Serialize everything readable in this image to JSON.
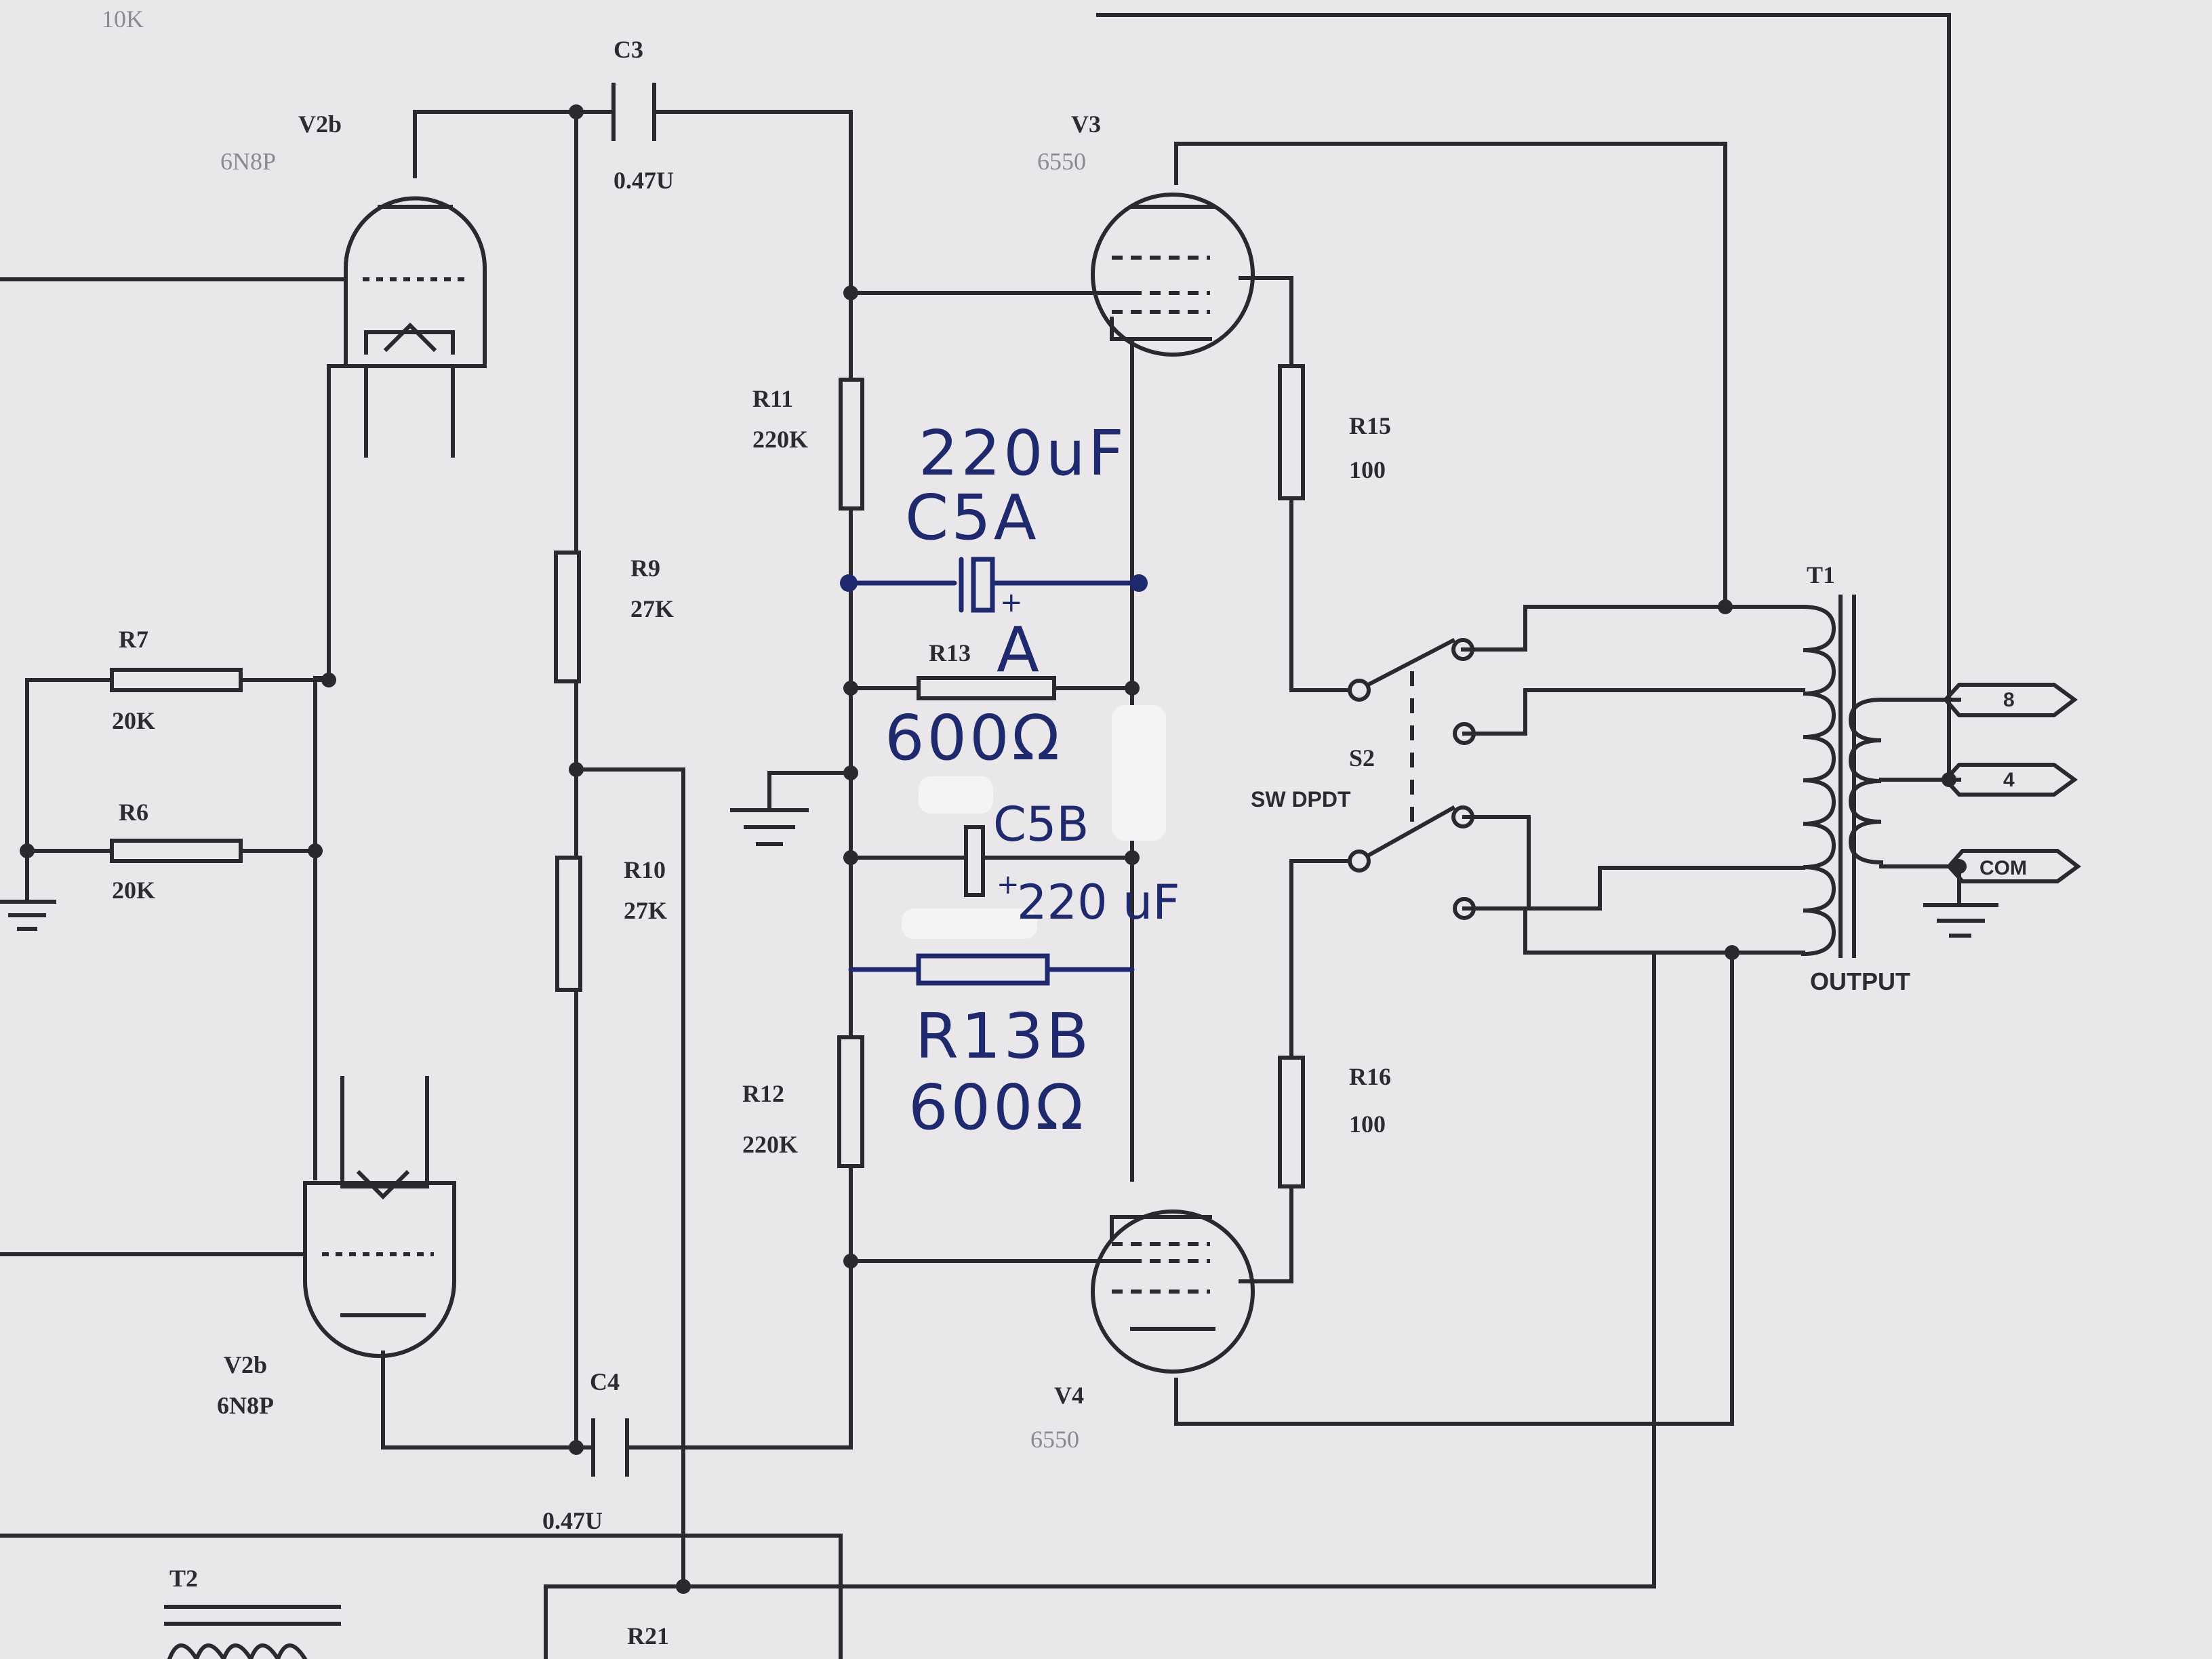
{
  "labels": {
    "top_cut": "10K",
    "c3_name": "C3",
    "c3_val": "0.47U",
    "v2b_top_name": "V2b",
    "v2b_top_type": "6N8P",
    "v3_name": "V3",
    "v3_type": "6550",
    "r11_name": "R11",
    "r11_val": "220K",
    "r9_name": "R9",
    "r9_val": "27K",
    "r7_name": "R7",
    "r7_val": "20K",
    "r6_name": "R6",
    "r6_val": "20K",
    "r13_name": "R13",
    "r10_name": "R10",
    "r10_val": "27K",
    "r15_name": "R15",
    "r15_val": "100",
    "s2_name": "S2",
    "s2_type": "SW DPDT",
    "t1_name": "T1",
    "t1_type": "OUTPUT",
    "term_8": "8",
    "term_4": "4",
    "term_com": "COM",
    "r12_name": "R12",
    "r12_val": "220K",
    "r16_name": "R16",
    "r16_val": "100",
    "v2b_bot_name": "V2b",
    "v2b_bot_type": "6N8P",
    "c4_name": "C4",
    "c4_val": "0.47U",
    "v4_name": "V4",
    "v4_type": "6550",
    "t2_name": "T2",
    "r21_name": "R21"
  },
  "handwritten": {
    "c5a_value": "220uF",
    "c5a_name": "C5A",
    "r13_suffix": "A",
    "r13a_value": "600Ω",
    "c5b_name": "C5B",
    "c5b_value": "220 uF",
    "r13b_name": "R13B",
    "r13b_value": "600Ω"
  },
  "colors": {
    "paper": "#e9e7ea",
    "print_line": "#2a2a2e",
    "ink": "#1f2a6e"
  }
}
